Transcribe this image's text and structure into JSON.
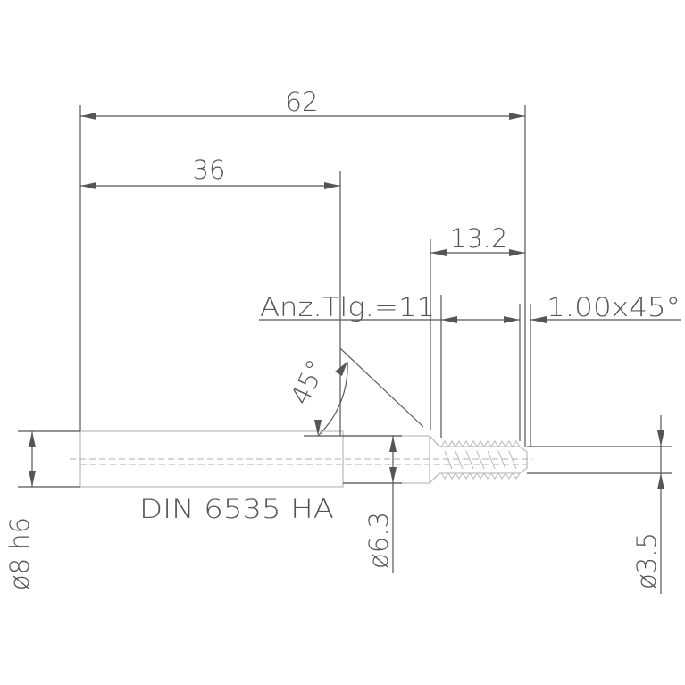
{
  "dimensions": {
    "total_length": "62",
    "shank_length": "36",
    "thread_length": "13.2",
    "chamfer": "1.00x45°",
    "flute_count": "Anz.Tlg.=11",
    "angle": "45°",
    "shank_diameter": "ø8 h6",
    "neck_diameter": "ø6.3",
    "thread_diameter": "ø3.5"
  },
  "standard": "DIN 6535 HA",
  "colors": {
    "dimension": "#555555",
    "part_outline": "#bdbdbd",
    "background": "#ffffff"
  }
}
